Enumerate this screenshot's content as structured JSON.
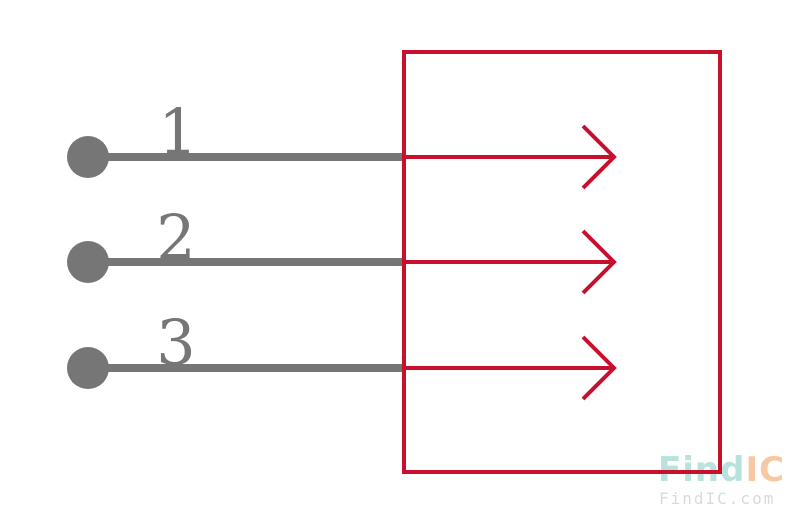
{
  "pins": [
    {
      "number": "1"
    },
    {
      "number": "2"
    },
    {
      "number": "3"
    }
  ],
  "watermark": {
    "logo_part1": "Find",
    "logo_part2": "IC",
    "site": "FindIC.com"
  },
  "colors": {
    "pin_gray": "#767676",
    "body_red": "#c8102e",
    "wm_teal": "#b7e3dc",
    "wm_orange": "#f6c9a4",
    "wm_gray": "#d6dbe0"
  }
}
